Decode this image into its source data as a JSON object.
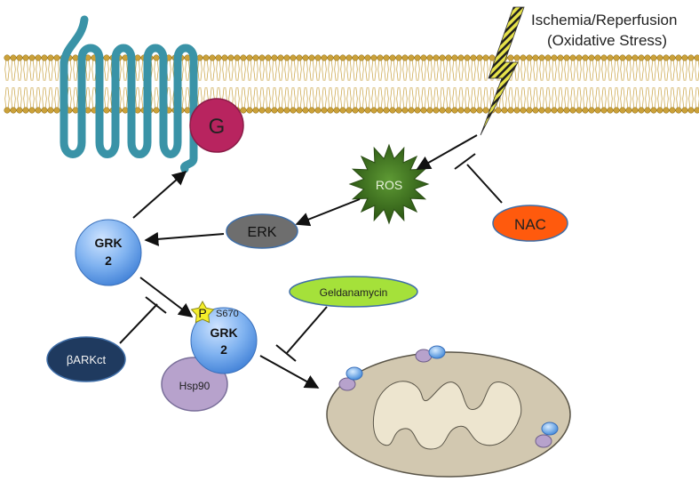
{
  "diagram": {
    "stimulus": {
      "line1": "Ischemia/Reperfusion",
      "line2": "(Oxidative Stress)"
    },
    "nodes": {
      "g_protein": "G",
      "ros": "ROS",
      "erk": "ERK",
      "nac": "NAC",
      "grk2_top_line1": "GRK",
      "grk2_top_line2": "2",
      "grk2_bottom_line1": "GRK",
      "grk2_bottom_line2": "2",
      "phospho": "P",
      "phospho_site": "S670",
      "hsp90": "Hsp90",
      "geldanamycin": "Geldanamycin",
      "bark": "βARKct"
    },
    "colors": {
      "receptor": "#3a93a7",
      "g_protein": "#b8245f",
      "ros": "#3e7a1c",
      "erk": "#6e6e6e",
      "nac": "#ff5a0d",
      "grk2": "#4f90e0",
      "hsp90": "#b7a2cc",
      "geldanamycin": "#a5e13a",
      "bark": "#1f3a5f",
      "mitochondrion": "#d2c8b0",
      "lipid_head": "#cba13a"
    }
  }
}
